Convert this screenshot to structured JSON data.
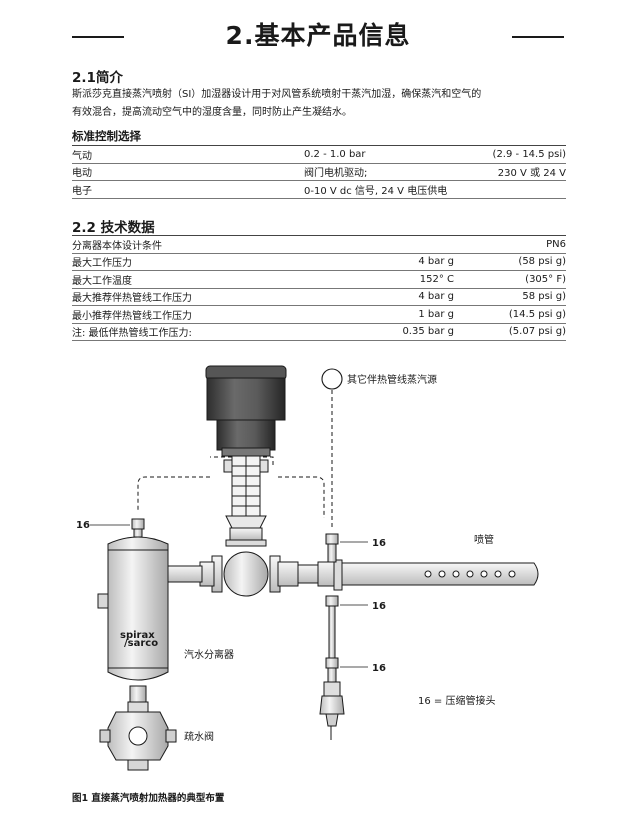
{
  "page": {
    "title": "2.基本产品信息"
  },
  "section_1": {
    "heading": "2.1简介",
    "paragraph_line1": "斯派莎克直接蒸汽喷射（SI）加湿器设计用于对风管系统喷射干蒸汽加湿，确保蒸汽和空气的",
    "paragraph_line2": "有效混合，提高流动空气中的湿度含量，同时防止产生凝结水。",
    "control_heading": "标准控制选择",
    "controls": [
      {
        "label": "气动",
        "value": "0.2 - 1.0 bar",
        "alt": "(2.9 - 14.5 psi)"
      },
      {
        "label": "电动",
        "value": "阀门电机驱动;",
        "alt": "230 V 或 24 V"
      },
      {
        "label": "电子",
        "value": "0-10 V dc 信号, 24 V 电压供电",
        "alt": ""
      }
    ]
  },
  "section_2": {
    "heading": "2.2 技术数据",
    "rows": [
      {
        "label": "分离器本体设计条件",
        "value": "",
        "alt": "PN6"
      },
      {
        "label": "最大工作压力",
        "value": "4 bar g",
        "alt": "(58 psi g)"
      },
      {
        "label": "最大工作温度",
        "value": "152° C",
        "alt": "(305° F)"
      },
      {
        "label": "最大推荐伴热管线工作压力",
        "value": "4 bar g",
        "alt": "58 psi g)"
      },
      {
        "label": "最小推荐伴热管线工作压力",
        "value": "1 bar g",
        "alt": "(14.5 psi g)"
      },
      {
        "label": "注: 最低伴热管线工作压力:",
        "value": "0.35 bar g",
        "alt": "(5.07 psi g)"
      }
    ]
  },
  "diagram": {
    "label_other_source": "其它伴热管线蒸汽源",
    "label_nozzle": "喷管",
    "label_separator": "汽水分离器",
    "label_drain_valve": "疏水阀",
    "label_fitting_legend": "16 = 压缩管接头",
    "callout_16": "16",
    "logo_line1": "spirax",
    "logo_line2": "/sarco"
  },
  "figure": {
    "caption": "图1 直接蒸汽喷射加热器的典型布置"
  },
  "colors": {
    "ink": "#1a1a1a",
    "actuator_dark": "#4a4a4a",
    "metal_light": "#e6e6e6"
  }
}
